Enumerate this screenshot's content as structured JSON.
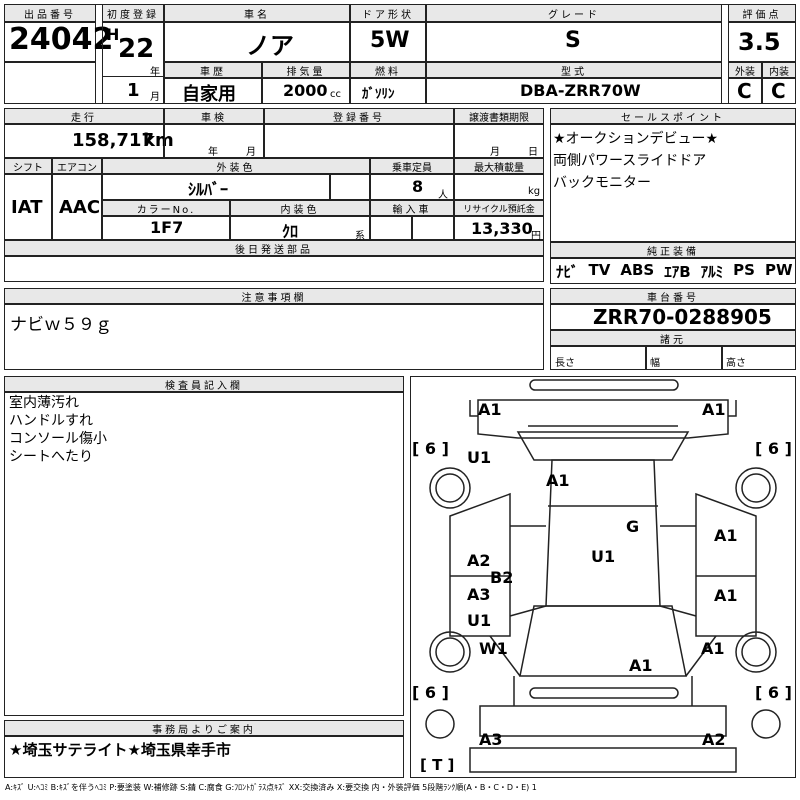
{
  "header": {
    "lot_number_label": "出品番号",
    "lot_number": "24042",
    "first_reg_label": "初度登録",
    "era": "H",
    "year": "22",
    "year_unit": "年",
    "month": "1",
    "month_unit": "月",
    "car_name_label": "車名",
    "car_name": "ノア",
    "door_label": "ドア形状",
    "door": "5W",
    "grade_label": "グレード",
    "grade": "S",
    "score_label": "評価点",
    "score": "3.5",
    "history_label": "車歴",
    "history": "自家用",
    "displacement_label": "排気量",
    "displacement": "2000",
    "displacement_unit": "cc",
    "fuel_label": "燃料",
    "fuel": "ｶﾞｿﾘﾝ",
    "model_label": "型式",
    "model": "DBA-ZRR70W",
    "exterior_label": "外装",
    "exterior_grade": "C",
    "interior_label": "内装",
    "interior_grade": "C"
  },
  "row2": {
    "mileage_label": "走行",
    "mileage": "158,717",
    "mileage_unit": "km",
    "inspection_label": "車検",
    "inspection_year_unit": "年",
    "inspection_month_unit": "月",
    "registration_label": "登録番号",
    "transfer_label": "譲渡書類期限",
    "transfer_month_unit": "月",
    "transfer_day_unit": "日",
    "shift_label": "シフト",
    "shift": "IAT",
    "ac_label": "エアコン",
    "ac": "AAC",
    "exterior_color_label": "外装色",
    "exterior_color": "ｼﾙﾊﾞｰ",
    "capacity_label": "乗車定員",
    "capacity": "8",
    "capacity_unit": "人",
    "max_load_label": "最大積載量",
    "max_load_unit": "kg",
    "color_no_label": "カラーNo.",
    "color_no": "1F7",
    "interior_color_label": "内装色",
    "interior_color": "ｸﾛ",
    "interior_color_unit": "系",
    "import_label": "輸入車",
    "recycle_label": "リサイクル預託金",
    "recycle": "13,330",
    "recycle_unit": "円",
    "later_parts_label": "後日発送部品"
  },
  "sales_points": {
    "label": "セールスポイント",
    "lines": [
      "★オークションデビュー★",
      "両側パワースライドドア",
      "バックモニター"
    ]
  },
  "equipment": {
    "label": "純正装備",
    "items": [
      "ﾅﾋﾞ",
      "TV",
      "ABS",
      "ｴｱB",
      "ｱﾙﾐ",
      "PS",
      "PW"
    ]
  },
  "notes": {
    "label": "注意事項欄",
    "text": "ナビｗ５９ｇ"
  },
  "chassis": {
    "label": "車台番号",
    "number": "ZRR70-0288905",
    "specs_label": "諸元",
    "length_label": "長さ",
    "width_label": "幅",
    "height_label": "高さ"
  },
  "inspector": {
    "label": "検査員記入欄",
    "lines": [
      "室内薄汚れ",
      "ハンドルすれ",
      "コンソール傷小",
      "シートへたり"
    ]
  },
  "office": {
    "label": "事務局よりご案内",
    "text": "★埼玉サテライト★埼玉県幸手市"
  },
  "diagram": {
    "marks": [
      "A1",
      "A1",
      "U1",
      "A1",
      "G",
      "U1",
      "A2",
      "B2",
      "A3",
      "U1",
      "W1",
      "A1",
      "A1",
      "A1",
      "A1",
      "A3",
      "A2"
    ],
    "tires": [
      "[ 6 ]",
      "[ 6 ]",
      "[ 6 ]",
      "[ 6 ]"
    ],
    "spare": "[ T ]"
  },
  "legend": "A:ｷｽﾞ U:ﾍｺﾐ B:ｷｽﾞを伴うﾍｺﾐ P:要塗装 W:補修跡 S:錆 C:腐食 G:ﾌﾛﾝﾄｶﾞﾗｽ点ｷｽﾞ XX:交換済み X:要交換 内・外装評価 5段階ﾗﾝｸ順(A・B・C・D・E) 1"
}
